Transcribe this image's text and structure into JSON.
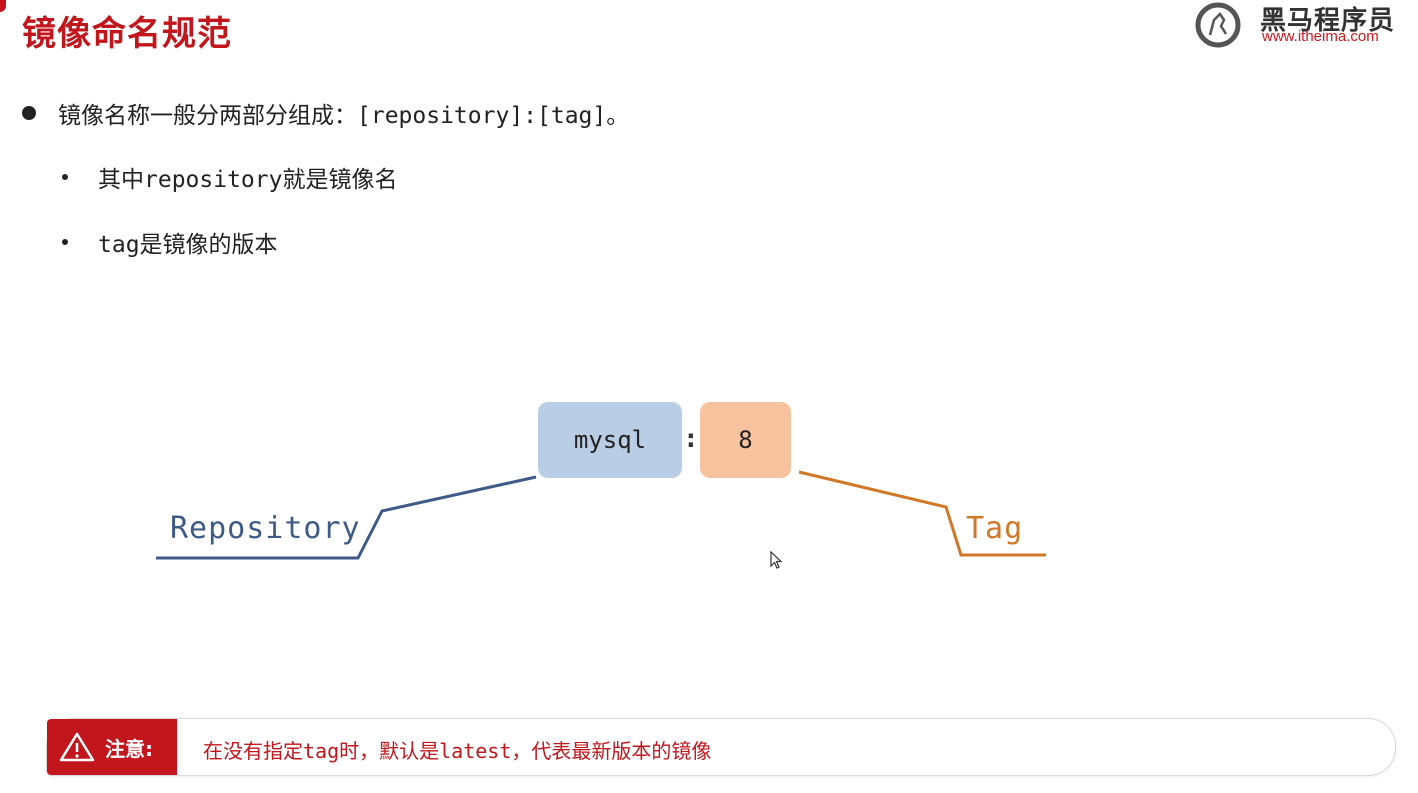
{
  "header": {
    "title": "镜像命名规范",
    "logo_name": "黑马程序员",
    "logo_url": "www.itheima.com"
  },
  "bullets": {
    "main": "镜像名称一般分两部分组成：[repository]:[tag]。",
    "sub1": "其中repository就是镜像名",
    "sub2": "tag是镜像的版本"
  },
  "diagram": {
    "repo_value": "mysql",
    "separator": ":",
    "tag_value": "8",
    "repo_label": "Repository",
    "tag_label": "Tag"
  },
  "note": {
    "label": "注意:",
    "text": "在没有指定tag时，默认是latest，代表最新版本的镜像",
    "icon": "warning-triangle-icon"
  },
  "colors": {
    "brand_red": "#c3161c",
    "repo_box": "#b9cde4",
    "tag_box": "#f7c39e",
    "repo_line": "#3e5b87",
    "tag_line": "#d07828"
  }
}
